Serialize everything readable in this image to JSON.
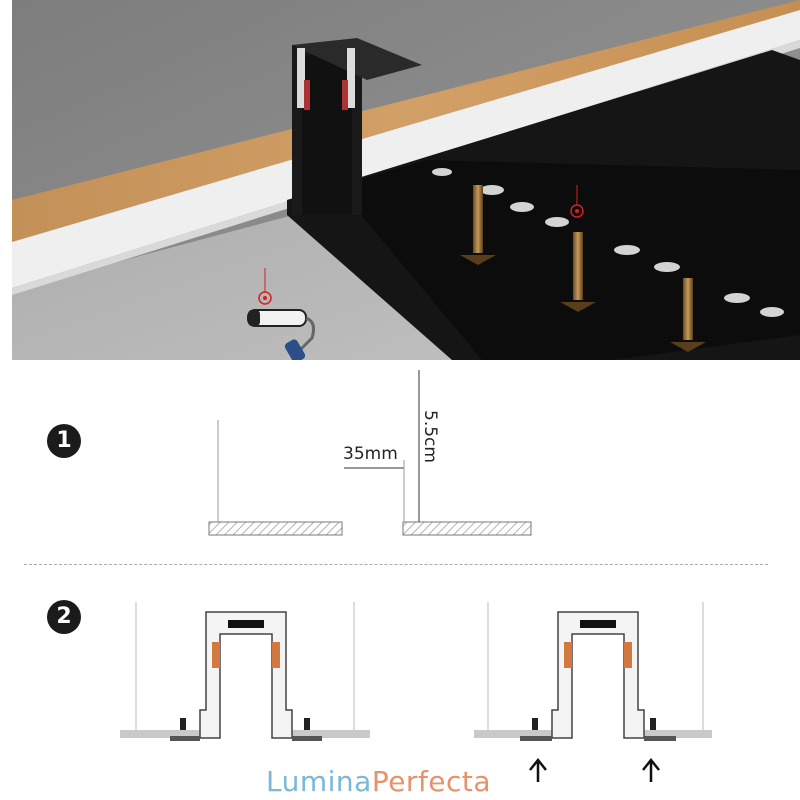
{
  "steps": [
    {
      "number": "1"
    },
    {
      "number": "2"
    }
  ],
  "dimensions": {
    "width": "35mm",
    "depth": "5.5cm"
  },
  "brand": {
    "part1": "Lumina",
    "part2": "Perfecta"
  },
  "icons": [
    "paint-roller-icon",
    "screw-icon",
    "up-arrow-icon",
    "marker-pin-icon"
  ],
  "colors": {
    "wood": "#c89559",
    "ceiling": "#8a8a8a",
    "track": "#111111",
    "marker": "#d42020",
    "brand_blue": "#7bb8d8",
    "brand_orange": "#e6936b"
  }
}
